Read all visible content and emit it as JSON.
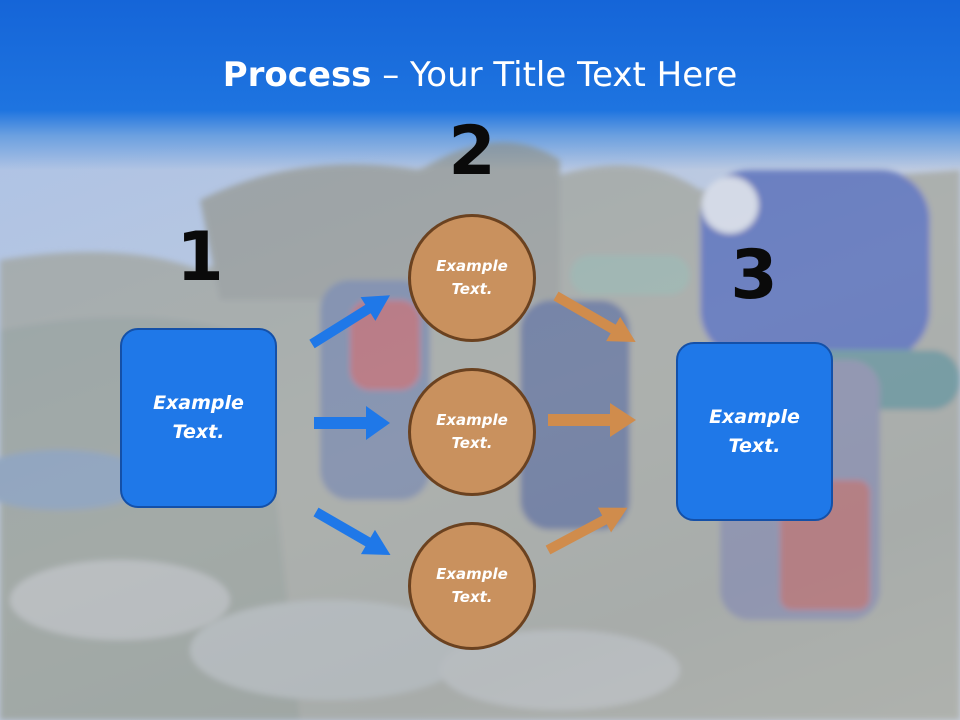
{
  "slide": {
    "title_bold": "Process",
    "title_rest": " – Your Title Text Here"
  },
  "steps": {
    "step1_number": "1",
    "step2_number": "2",
    "step3_number": "3"
  },
  "left_box": {
    "text": "Example\nText."
  },
  "right_box": {
    "text": "Example\nText."
  },
  "circles": [
    {
      "text": "Example\nText."
    },
    {
      "text": "Example\nText."
    },
    {
      "text": "Example\nText."
    }
  ],
  "colors": {
    "box_fill": "#1f78e8",
    "circle_fill": "#c9915e",
    "blue_arrow": "#1f78e8",
    "orange_arrow": "#d08c4c"
  }
}
